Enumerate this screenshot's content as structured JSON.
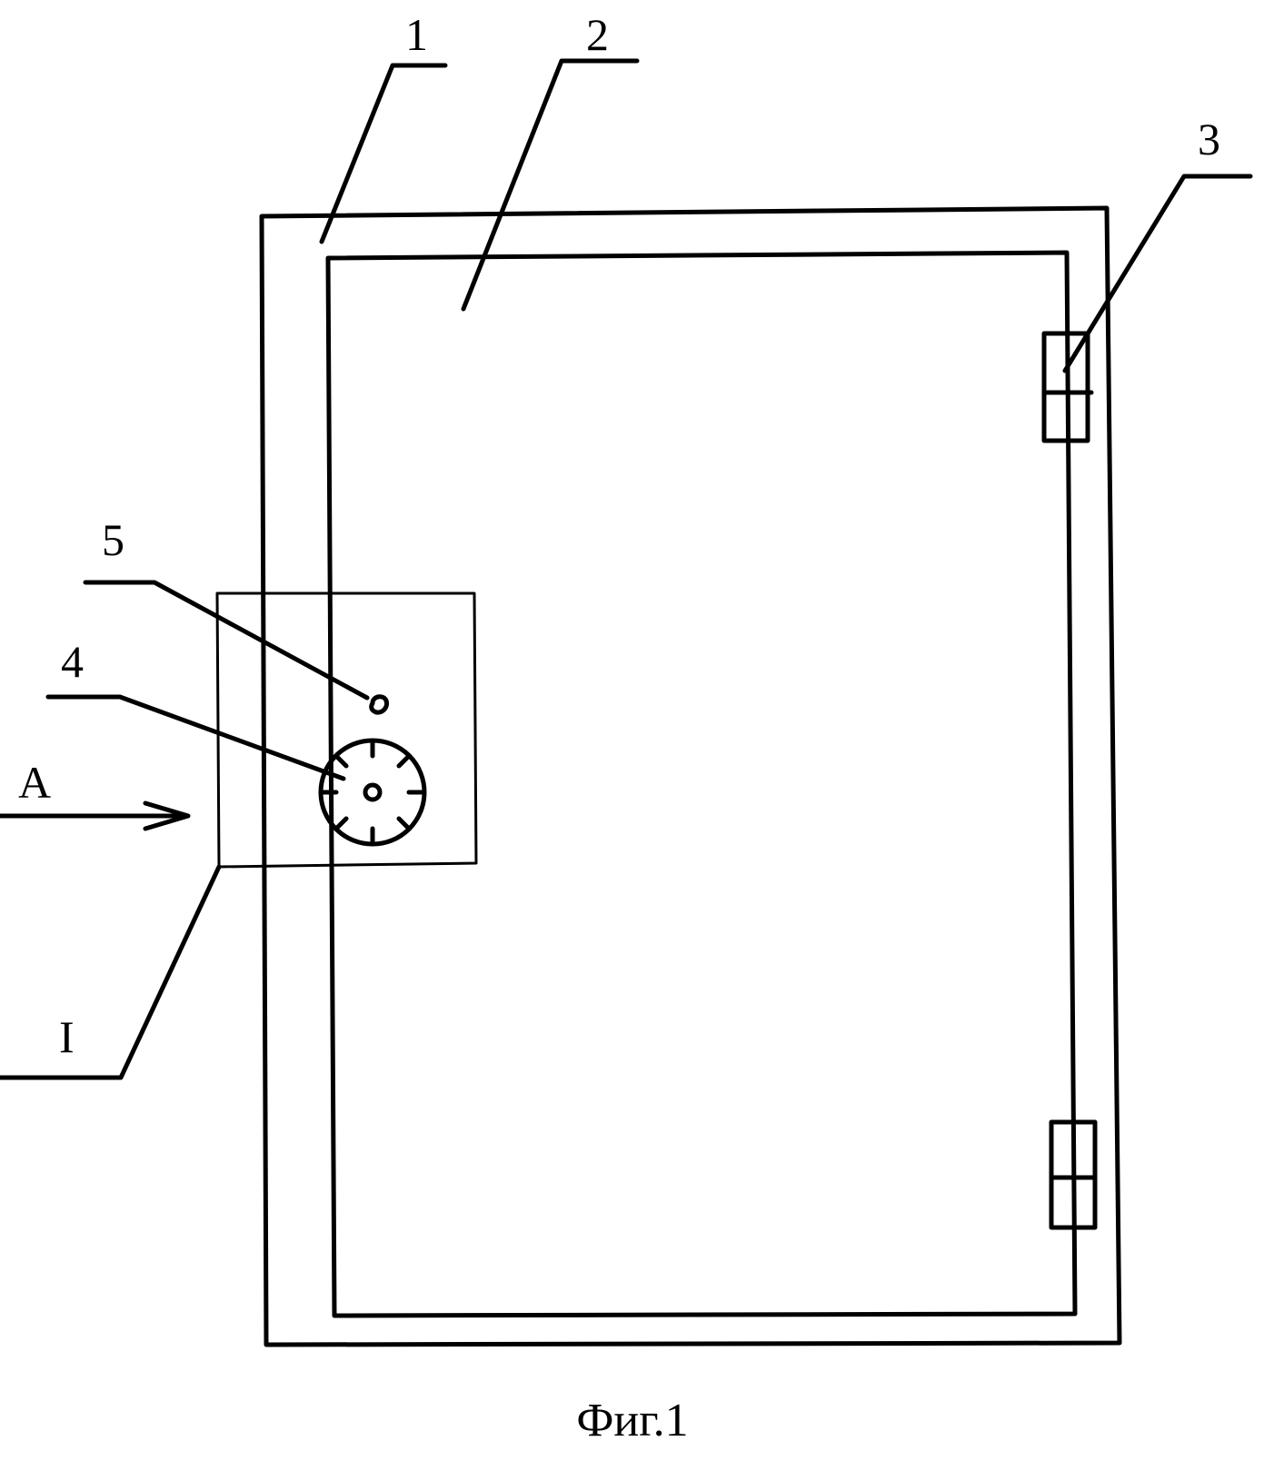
{
  "labels": {
    "frame": "1",
    "door": "2",
    "hinge": "3",
    "dial": "4",
    "keyhole": "5",
    "view_arrow": "A",
    "detail": "I"
  },
  "caption": "Фиг.1"
}
